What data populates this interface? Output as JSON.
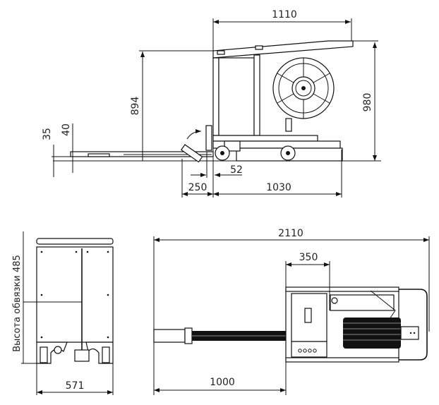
{
  "side_view": {
    "dimensions": {
      "overall_length_top": "1110",
      "machine_height": "894",
      "overall_height": "980",
      "platform_height_1": "35",
      "platform_height_2": "40",
      "offset": "52",
      "front_extension": "250",
      "base_length": "1030"
    }
  },
  "front_view": {
    "dimensions": {
      "width": "571",
      "strapping_height_label": "Высота обвязки 485"
    }
  },
  "top_view": {
    "dimensions": {
      "total_length": "2110",
      "reel_offset": "350",
      "arm_length": "1000"
    }
  },
  "colors": {
    "line": "#111111",
    "background": "#ffffff"
  }
}
